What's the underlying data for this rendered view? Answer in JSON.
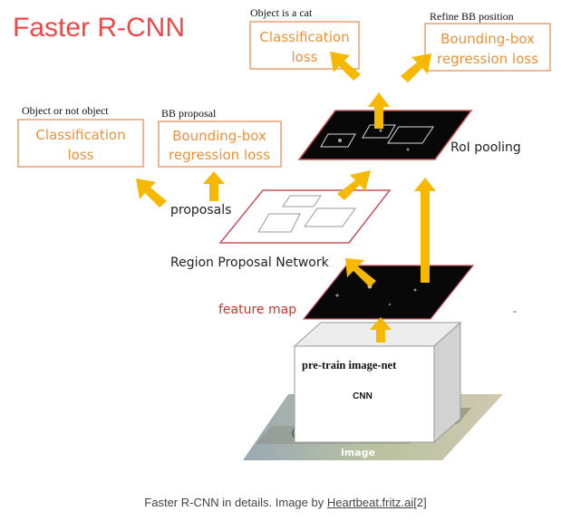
{
  "title": "Faster R-CNN",
  "top_labels": {
    "cat": "Object is a cat",
    "refine": "Refine BB position",
    "object_or_not": "Object or not object",
    "bb_proposal": "BB proposal"
  },
  "boxes": {
    "cls_top": {
      "line1": "Classification",
      "line2": "loss"
    },
    "bbox_top": {
      "line1": "Bounding-box",
      "line2": "regression loss"
    },
    "cls_left": {
      "line1": "Classification",
      "line2": "loss"
    },
    "bbox_left": {
      "line1": "Bounding-box",
      "line2": "regression loss"
    }
  },
  "labels": {
    "roi_pooling": "RoI pooling",
    "proposals": "proposals",
    "rpn": "Region Proposal Network",
    "feature_map": "feature map",
    "pretrain": "pre-train image-net",
    "cnn": "CNN",
    "image": "image"
  },
  "caption": {
    "prefix": "Faster R-CNN in details. Image by ",
    "link": "Heartbeat.fritz.ai",
    "suffix": "[2]"
  },
  "colors": {
    "title": "#f04848",
    "box_border": "#e8a070",
    "box_text": "#e8923c",
    "arrow": "#f6b800",
    "feature_label": "#c8382e",
    "proposal_border": "#c8505a"
  }
}
